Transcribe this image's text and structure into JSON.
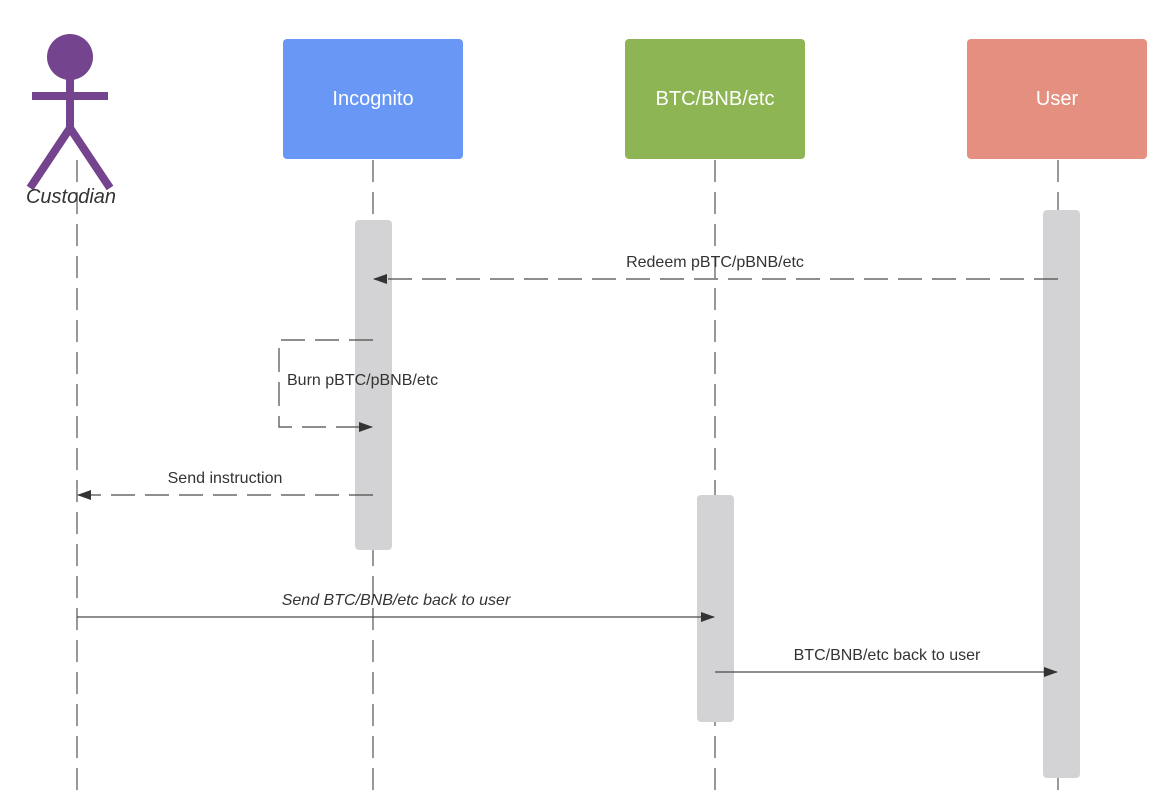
{
  "colors": {
    "actor": "#74448e",
    "incognito": "#6897f5",
    "btc": "#8db553",
    "user": "#e48f80",
    "activation": "#d3d3d5",
    "line": "#4a4a4a",
    "lifeline": "#555555"
  },
  "actor": {
    "label": "Custodian",
    "icon": "stick-figure-icon"
  },
  "participants": [
    {
      "id": "incognito",
      "label": "Incognito"
    },
    {
      "id": "btc",
      "label": "BTC/BNB/etc"
    },
    {
      "id": "user",
      "label": "User"
    }
  ],
  "messages": [
    {
      "id": "redeem",
      "label": "Redeem pBTC/pBNB/etc",
      "from": "User",
      "to": "Incognito",
      "style": "dashed"
    },
    {
      "id": "burn",
      "label": "Burn pBTC/pBNB/etc",
      "from": "Incognito",
      "to": "Incognito",
      "style": "dashed"
    },
    {
      "id": "send-instruction",
      "label": "Send instruction",
      "from": "Incognito",
      "to": "Custodian",
      "style": "dashed"
    },
    {
      "id": "send-btc",
      "label": "Send BTC/BNB/etc back to user",
      "from": "Custodian",
      "to": "BTC/BNB/etc",
      "style": "solid"
    },
    {
      "id": "btc-back",
      "label": "BTC/BNB/etc back to user",
      "from": "BTC/BNB/etc",
      "to": "User",
      "style": "solid"
    }
  ]
}
